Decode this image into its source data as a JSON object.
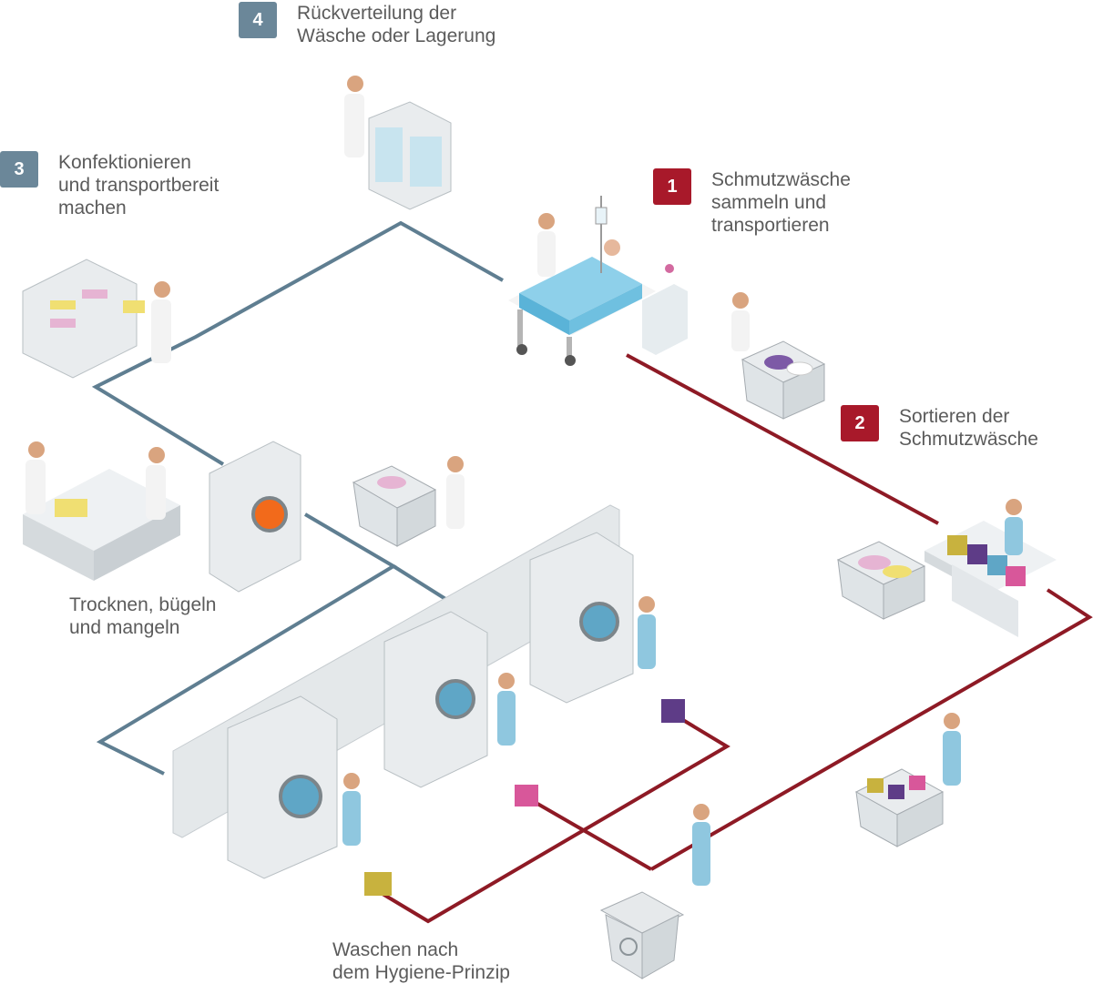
{
  "steps": [
    {
      "number": "4",
      "text": "Rückverteilung der\nWäsche oder Lagerung",
      "color": "#6b8799"
    },
    {
      "number": "3",
      "text": "Konfektionieren\nund transportbereit\nmachen",
      "color": "#6b8799"
    },
    {
      "number": "1",
      "text": "Schmutzwäsche\nsammeln und\ntransportieren",
      "color": "#a8192a"
    },
    {
      "number": "2",
      "text": "Sortieren der\nSchmutzwäsche",
      "color": "#a8192a"
    }
  ],
  "labels": {
    "drying": "Trocknen, bügeln\nund mangeln",
    "washing": "Waschen nach\ndem Hygiene-Prinzip"
  },
  "colors": {
    "clean_line": "#5f7e91",
    "dirty_line": "#8e1a25",
    "staff_clean": "#f3f3f3",
    "staff_dirty": "#8fc7df"
  }
}
